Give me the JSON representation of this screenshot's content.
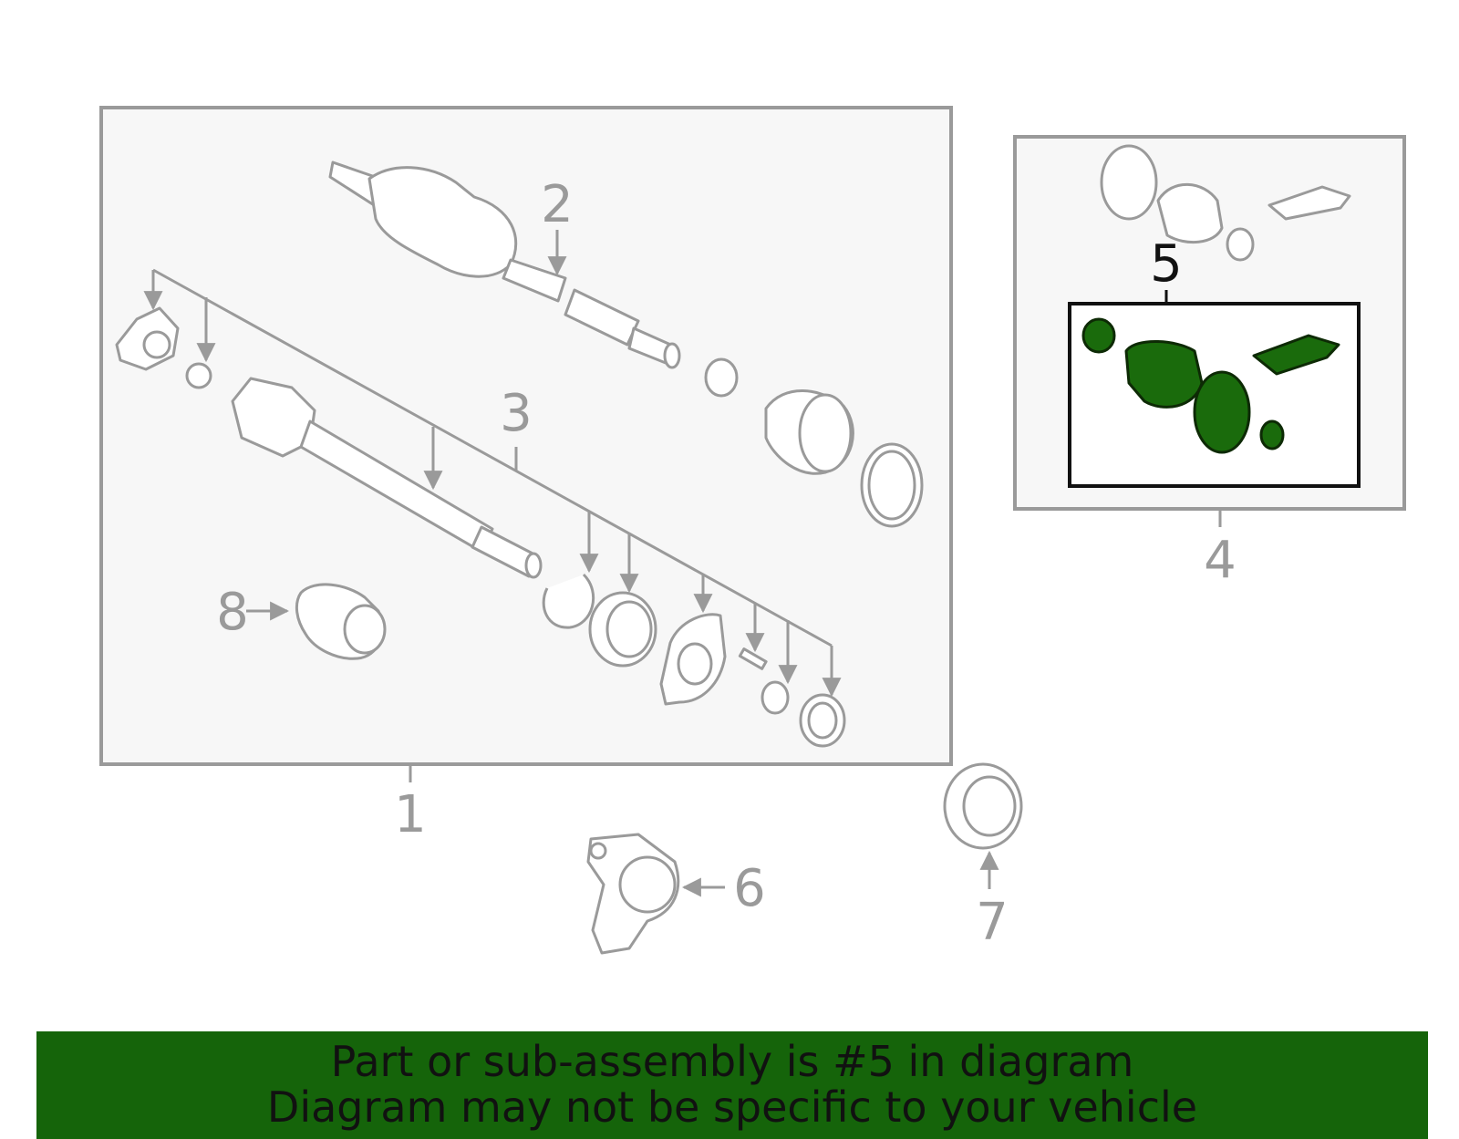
{
  "callouts": {
    "c1": "1",
    "c2": "2",
    "c3": "3",
    "c4": "4",
    "c5": "5",
    "c6": "6",
    "c7": "7",
    "c8": "8"
  },
  "highlight": {
    "part": "5",
    "color": "#1a6b0c"
  },
  "banner": {
    "line1": "Part or sub-assembly is #5 in diagram",
    "line2": "Diagram may not be specific to your vehicle",
    "background": "#15640a"
  }
}
